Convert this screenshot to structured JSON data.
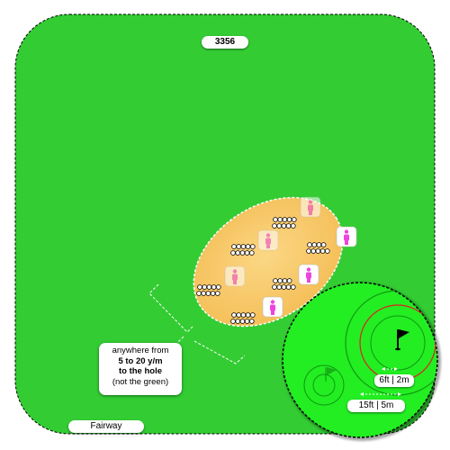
{
  "hole": {
    "number": "3356"
  },
  "fairway": {
    "label": "Fairway"
  },
  "tip": {
    "line1": "anywhere from",
    "line2": "5 to 20 y/m",
    "line3": "to the hole",
    "line4": "(not the green)"
  },
  "zoom_inset": {
    "distance_near": "6ft  |  2m",
    "distance_far": "15ft  |  5m"
  },
  "colors": {
    "fairway_green": "#33cc33",
    "sand": "#f8c868",
    "inset_green": "#22ee22",
    "ring_red": "#dd2222",
    "figure_pink": "#ee44dd"
  },
  "icons": {
    "player": "person-icon",
    "ball": "golf-ball-icon",
    "flag": "flag-icon"
  }
}
